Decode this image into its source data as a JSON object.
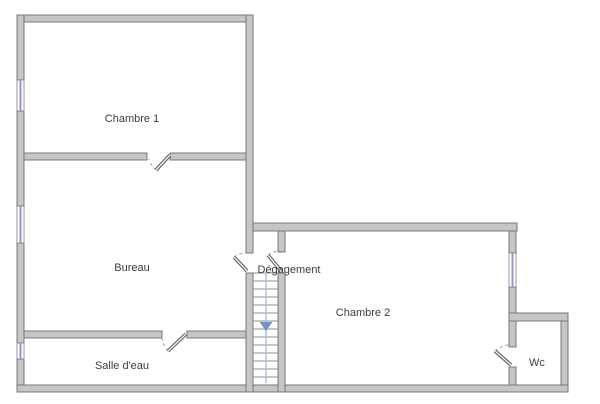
{
  "plan": {
    "type": "floor-plan",
    "rooms": [
      {
        "id": "chambre-1",
        "label": "Chambre 1"
      },
      {
        "id": "bureau",
        "label": "Bureau"
      },
      {
        "id": "salle-deau",
        "label": "Salle d'eau"
      },
      {
        "id": "degagement",
        "label": "Dégagement"
      },
      {
        "id": "chambre-2",
        "label": "Chambre 2"
      },
      {
        "id": "wc",
        "label": "Wc"
      }
    ],
    "stairs": {
      "direction": "down",
      "treads": 14
    },
    "window_count": 4,
    "door_count": 5
  },
  "colors": {
    "wall": "#c6c6c6",
    "wall_stroke": "#787878",
    "window": "#9393d8",
    "stair_guide": "#a7c2e0",
    "stair_arrow": "#6e94c8",
    "label": "#3c3c3c"
  }
}
